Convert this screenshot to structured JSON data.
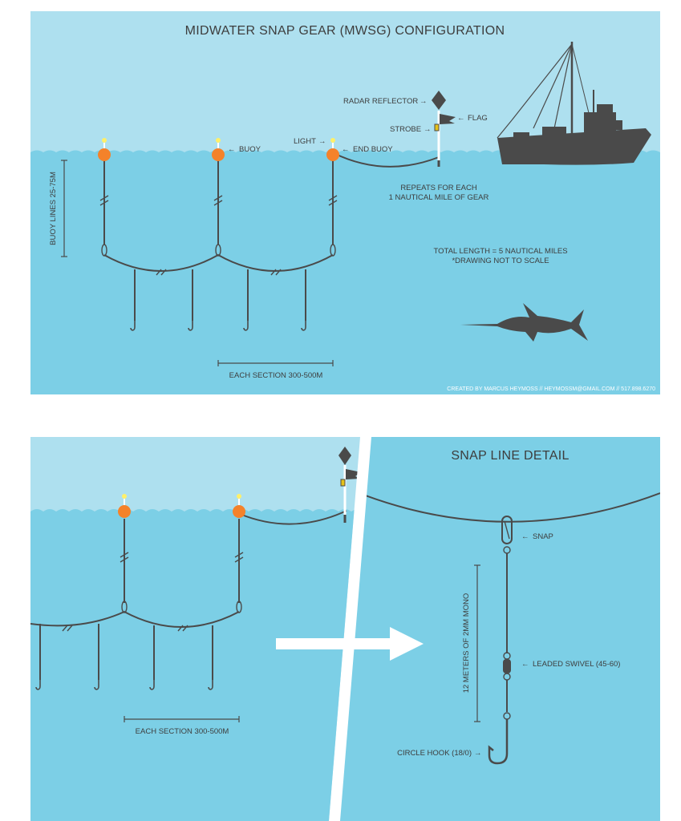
{
  "colors": {
    "sky": "#aee0ef",
    "water": "#7ccfe6",
    "water_dark": "#6cc3dc",
    "buoy": "#f4822a",
    "light": "#fff06a",
    "ink": "#4a4a4a",
    "white": "#ffffff"
  },
  "top_panel": {
    "title": "MIDWATER SNAP GEAR (MWSG) CONFIGURATION",
    "labels": {
      "radar_reflector": "RADAR REFLECTOR",
      "flag": "FLAG",
      "strobe": "STROBE",
      "light": "LIGHT",
      "buoy": "BUOY",
      "end_buoy": "END BUOY",
      "repeats_line1": "REPEATS FOR EACH",
      "repeats_line2": "1 NAUTICAL MILE OF GEAR",
      "buoy_lines": "BUOY LINES 25-75M",
      "total_length": "TOTAL LENGTH = 5 NAUTICAL MILES",
      "not_to_scale": "*DRAWING NOT TO SCALE",
      "each_section": "EACH SECTION 300-500M",
      "credit": "CREATED BY MARCUS HEYMOSS // HEYMOSSM@GMAIL.COM // 517.898.6270"
    },
    "icons": [
      "boat-icon",
      "swordfish-icon",
      "radar-reflector-icon",
      "flag-icon",
      "strobe-icon",
      "buoy-icon",
      "hook-icon"
    ]
  },
  "bottom_panel": {
    "title": "SNAP LINE DETAIL",
    "labels": {
      "each_section": "EACH SECTION 300-500M",
      "snap": "SNAP",
      "mono": "12 METERS OF 2MM MONO",
      "swivel": "LEADED SWIVEL (45-60)",
      "hook": "CIRCLE HOOK (18/0)"
    },
    "icons": [
      "arrow-right-icon",
      "snap-icon",
      "swivel-icon",
      "circle-hook-icon"
    ]
  }
}
